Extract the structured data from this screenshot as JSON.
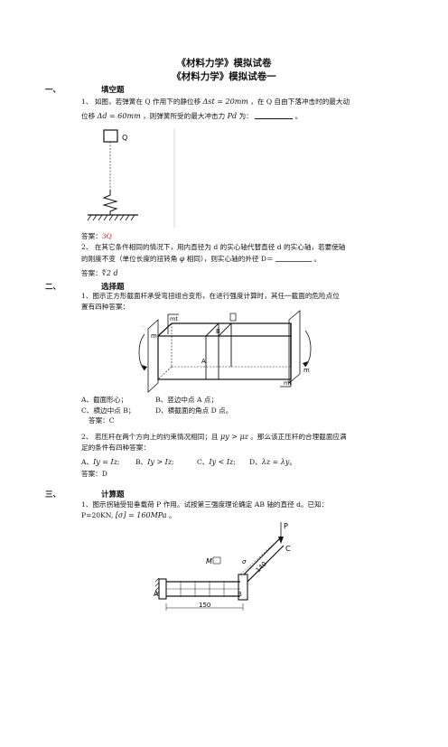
{
  "title_1": "《材料力学》模拟试卷",
  "title_2": "《材料力学》模拟试卷一",
  "section_1": {
    "num": "一、",
    "title": "填空题"
  },
  "q1_1": {
    "line1_a": "1、 如图，若弹簧在 Q 作用下的静位移",
    "line1_math": "Δst = 20mm",
    "line1_b": "，在 Q 自由下落冲击时的最大动",
    "line2_a": "位移",
    "line2_math": "Δd = 60mm",
    "line2_b": "，则弹簧所受的最大冲击力",
    "line2_math2": "Pd",
    "line2_c": "为：",
    "line2_end": "。",
    "fig_label_q": "Q",
    "answer_label": "答案：",
    "answer_value": "3Q"
  },
  "q1_2": {
    "line1": "2、 在其它条件相同的情况下，用内直径为 d 的实心轴代替直径 d 的实心轴，若要使轴",
    "line2_a": "的刚度不变（单位长度的扭转角",
    "line2_math": "φ",
    "line2_b": "相同），则实心轴的外径 D＝",
    "line2_end": "。",
    "answer_label": "答案：",
    "answer_value": "∜2 d"
  },
  "section_2": {
    "num": "二、",
    "title": "选择题"
  },
  "q2_1": {
    "line1": "1、图示正方形截面杆承受弯扭组合变形，在进行强度计算时，其任一截面的危险点位",
    "line2": "置有四种答案：",
    "fig_labels": {
      "mt_top": "mt",
      "m_left": "m",
      "b": "B",
      "a": "A",
      "m_right": "m",
      "mt_bottom": "mt"
    },
    "opt_a": "A、截面形心；",
    "opt_b": "B、竖边中点 A 点；",
    "opt_c": "C、横边中点 B；",
    "opt_d": "D、横截面的角点 D 点。",
    "answer": "答案：C"
  },
  "q2_2": {
    "line1_a": "2、 若压杆在两个方向上的约束情况相同；且",
    "line1_math": "μy > μz",
    "line1_b": "。那么该正压杆的合理截面应满",
    "line2": "足的条件有四种答案：",
    "opt_a_label": "A、",
    "opt_a": "Iy = Iz",
    "opt_b_label": "B、",
    "opt_b": "Iy > Iz",
    "opt_c_label": "C、",
    "opt_c": "Iy < Iz",
    "opt_d_label": "D、",
    "opt_d": "λz = λy",
    "answer": "答案：D"
  },
  "section_3": {
    "num": "三、",
    "title": "计算题"
  },
  "q3_1": {
    "line1": "1、图示拐轴受铅垂载荷 P 作用。试按第三强度理论确定 AB 轴的直径 d。已知：",
    "line2_a": "P=20KN,",
    "line2_math": "[σ] = 160MPa",
    "line2_end": "。",
    "fig_labels": {
      "m": "M",
      "sigma": "σ",
      "p": "P",
      "c": "C",
      "a": "A",
      "b": "B",
      "len_ab": "150",
      "len_bc": "140"
    }
  }
}
